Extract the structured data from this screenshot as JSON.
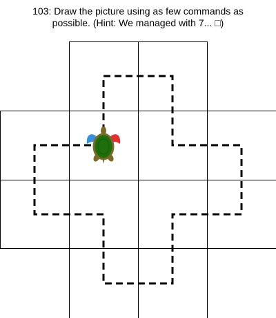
{
  "exercise": {
    "instruction_line1": "103: Draw the picture using as few commands as",
    "instruction_line2": "possible. (Hint: We managed with 7... □)"
  },
  "colors": {
    "grid": "#000000",
    "target_path": "#000000",
    "turtle_shell": "#1f6e0c",
    "turtle_skin": "#7a6a2a",
    "turtle_left_flipper": "#3a8fd8",
    "turtle_right_flipper": "#e03030"
  },
  "turtle": {
    "icon": "turtle-icon",
    "heading": "up"
  }
}
